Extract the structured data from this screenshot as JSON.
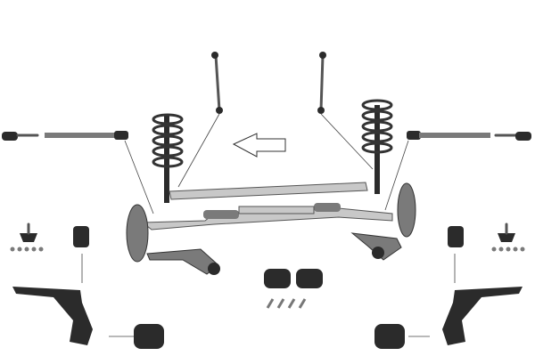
{
  "diagram": {
    "type": "exploded-suspension-kit",
    "components": [
      "stabilizer-link",
      "coil-spring",
      "tie-rod",
      "tie-rod-end",
      "ball-joint",
      "control-arm",
      "bushing",
      "subframe",
      "steering-rack",
      "bolt-set"
    ],
    "colors": {
      "part_dark": "#2b2b2b",
      "part_mid": "#7a7a7a",
      "part_light": "#c8c8c8",
      "background": "#ffffff"
    }
  }
}
